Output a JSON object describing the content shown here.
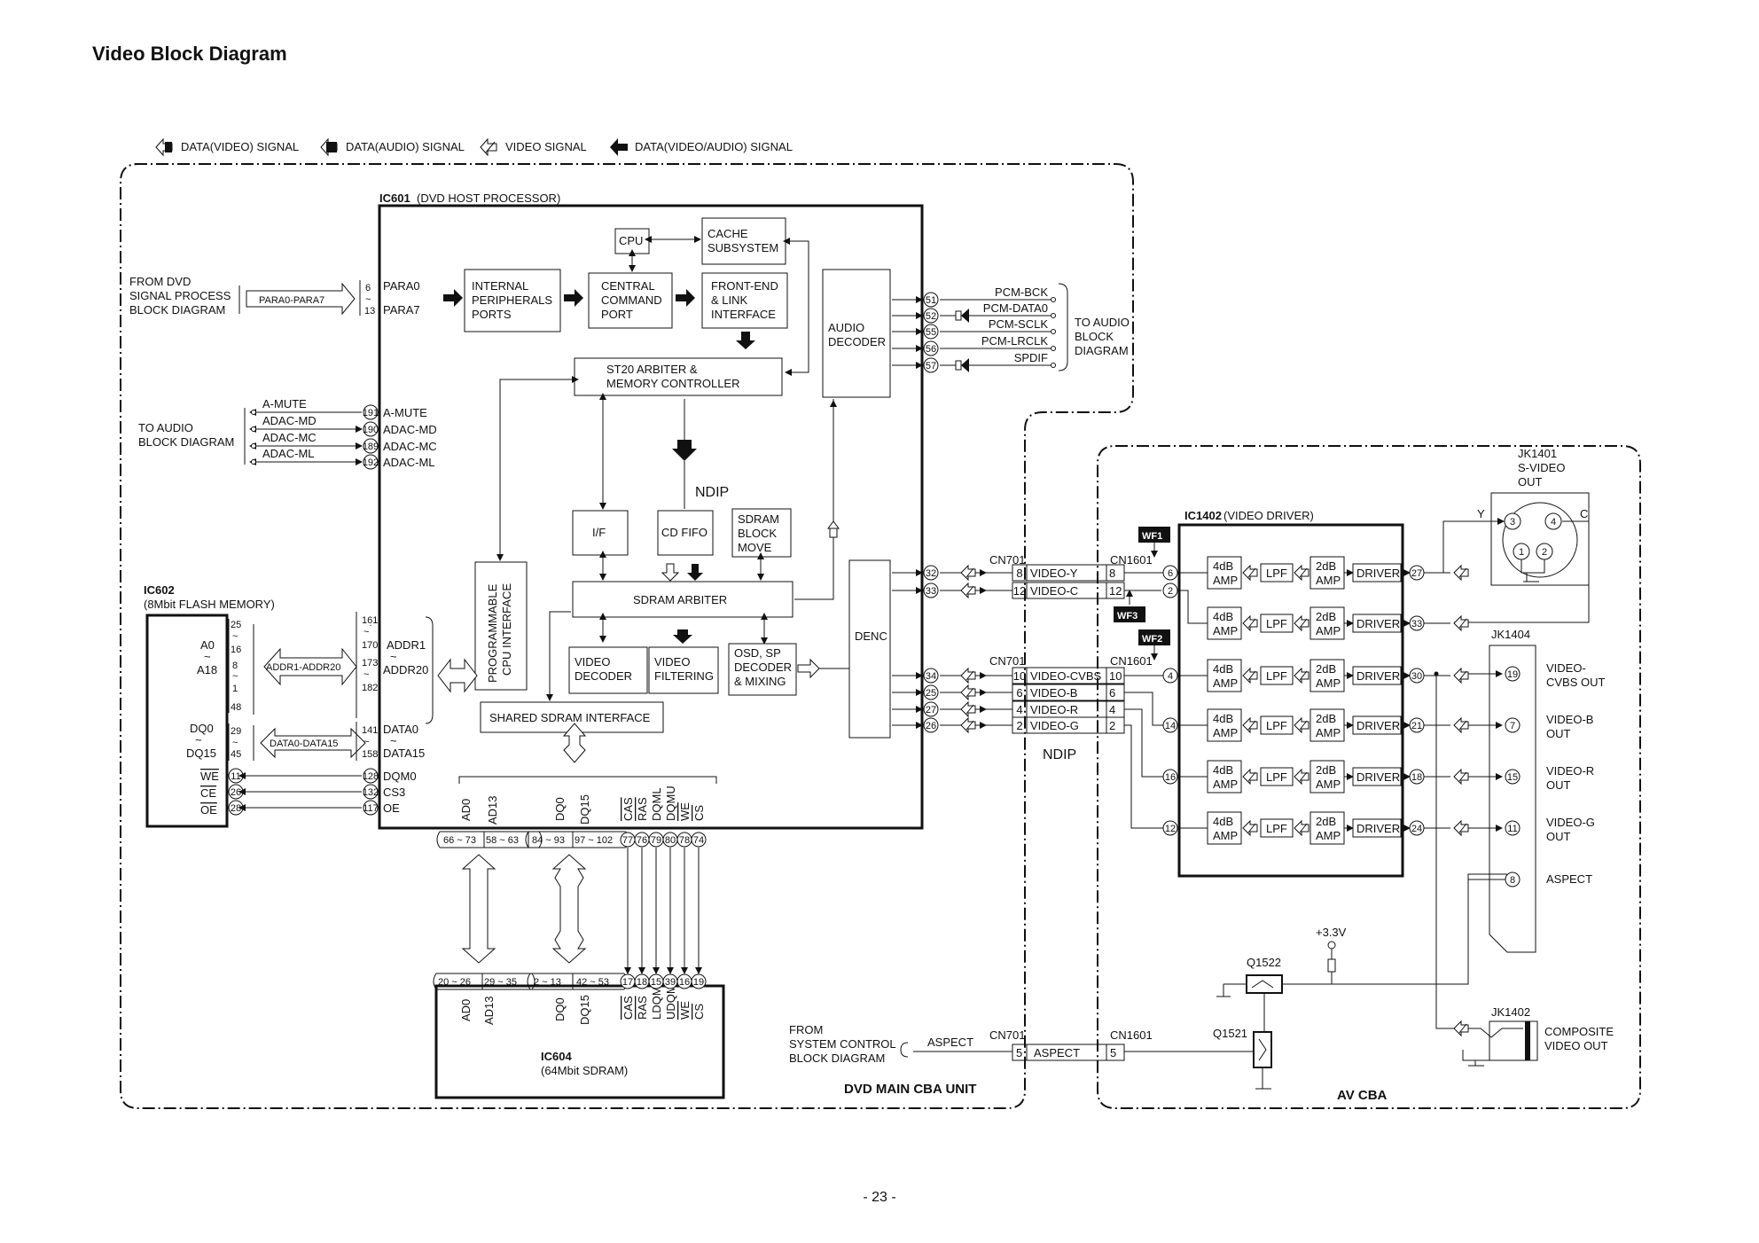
{
  "title": "Video Block Diagram",
  "page_number": "- 23 -",
  "legend": [
    {
      "label": "DATA(VIDEO) SIGNAL"
    },
    {
      "label": "DATA(AUDIO) SIGNAL"
    },
    {
      "label": "VIDEO SIGNAL"
    },
    {
      "label": "DATA(VIDEO/AUDIO) SIGNAL"
    }
  ],
  "units": {
    "main": "DVD MAIN CBA UNIT",
    "av": "AV CBA"
  },
  "ic601": {
    "name": "IC601",
    "desc": "(DVD HOST PROCESSOR)",
    "blocks": {
      "cpu": "CPU",
      "cache": [
        "CACHE",
        "SUBSYSTEM"
      ],
      "internal": [
        "INTERNAL",
        "PERIPHERALS",
        "PORTS"
      ],
      "central": [
        "CENTRAL",
        "COMMAND",
        "PORT"
      ],
      "frontend": [
        "FRONT-END",
        "& LINK",
        "INTERFACE"
      ],
      "audio_decoder": [
        "AUDIO",
        "DECODER"
      ],
      "st20": [
        "ST20 ARBITER &",
        "MEMORY CONTROLLER"
      ],
      "if": "I/F",
      "cdfifo": "CD FIFO",
      "sdram_block": [
        "SDRAM",
        "BLOCK",
        "MOVE"
      ],
      "pci": [
        "PROGRAMMABLE",
        "CPU INTERFACE"
      ],
      "sdram_arbiter": "SDRAM ARBITER",
      "video_decoder": [
        "VIDEO",
        "DECODER"
      ],
      "video_filtering": [
        "VIDEO",
        "FILTERING"
      ],
      "osd": [
        "OSD, SP",
        "DECODER",
        "& MIXING"
      ],
      "denc": "DENC",
      "shared": "SHARED SDRAM INTERFACE"
    },
    "para_pins": {
      "top": "6",
      "bot": "13",
      "sig_top": "PARA0",
      "sig_bot": "PARA7"
    },
    "para_bus": "PARA0-PARA7",
    "audio_in_pins": [
      {
        "pin": "191",
        "sig": "A-MUTE",
        "label": "A-MUTE"
      },
      {
        "pin": "190",
        "sig": "ADAC-MD",
        "label": "ADAC-MD"
      },
      {
        "pin": "189",
        "sig": "ADAC-MC",
        "label": "ADAC-MC"
      },
      {
        "pin": "192",
        "sig": "ADAC-ML",
        "label": "ADAC-ML"
      }
    ],
    "addr_pins": [
      "161",
      "170",
      "173",
      "182"
    ],
    "addr_sig": [
      "ADDR1",
      "ADDR20"
    ],
    "data_pins": [
      "141",
      "158"
    ],
    "data_sig": [
      "DATA0",
      "DATA15"
    ],
    "ctrl_pins": [
      {
        "pin": "128",
        "sig": "DQM0"
      },
      {
        "pin": "132",
        "sig": "CS3"
      },
      {
        "pin": "117",
        "sig": "OE"
      }
    ],
    "audio_out_pins": [
      {
        "pin": "51",
        "label": "PCM-BCK"
      },
      {
        "pin": "52",
        "label": "PCM-DATA0"
      },
      {
        "pin": "55",
        "label": "PCM-SCLK"
      },
      {
        "pin": "56",
        "label": "PCM-LRCLK"
      },
      {
        "pin": "57",
        "label": "SPDIF"
      }
    ],
    "video_out_pins": [
      "32",
      "33",
      "34",
      "25",
      "27",
      "26"
    ],
    "bottom_labels": [
      "AD0",
      "AD13",
      "DQ0",
      "DQ15",
      "CAS",
      "RAS",
      "DQML",
      "DQMU",
      "WE",
      "CS"
    ],
    "bottom_pins": [
      "66 ~ 73",
      "58 ~ 63",
      "84 ~ 93",
      "97 ~ 102",
      "77",
      "76",
      "79",
      "80",
      "78",
      "74"
    ],
    "ndip": "NDIP"
  },
  "ic602": {
    "name": "IC602",
    "desc": "(8Mbit FLASH MEMORY)",
    "a": [
      "A0",
      "A18"
    ],
    "dq": [
      "DQ0",
      "DQ15"
    ],
    "ctrl": [
      "WE",
      "CE",
      "OE"
    ],
    "addr_pins": [
      "25",
      "16",
      "8",
      "1",
      "48"
    ],
    "data_pins": [
      "29",
      "45"
    ],
    "ctrl_pins": [
      "11",
      "26",
      "28"
    ],
    "addr_bus": "ADDR1-ADDR20",
    "data_bus": "DATA0-DATA15"
  },
  "ic604": {
    "name": "IC604",
    "desc": "(64Mbit SDRAM)",
    "labels": [
      "AD0",
      "AD13",
      "DQ0",
      "DQ15",
      "CAS",
      "RAS",
      "LDQM",
      "UDQM",
      "WE",
      "CS"
    ],
    "pins": [
      "20 ~ 26",
      "29 ~ 35",
      "2 ~ 13",
      "42 ~ 53",
      "17",
      "18",
      "15",
      "39",
      "16",
      "19"
    ]
  },
  "left_labels": {
    "from_dvd": [
      "FROM DVD",
      "SIGNAL PROCESS",
      "BLOCK DIAGRAM"
    ],
    "to_audio": [
      "TO  AUDIO",
      "BLOCK DIAGRAM"
    ]
  },
  "right_audio_label": [
    "TO AUDIO",
    "BLOCK",
    "DIAGRAM"
  ],
  "connectors": {
    "cn701": "CN701",
    "cn1601": "CN1601",
    "rows": [
      {
        "a": "8",
        "sig": "VIDEO-Y",
        "b": "8"
      },
      {
        "a": "12",
        "sig": "VIDEO-C",
        "b": "12"
      },
      {
        "a": "10",
        "sig": "VIDEO-CVBS",
        "b": "10"
      },
      {
        "a": "6",
        "sig": "VIDEO-B",
        "b": "6"
      },
      {
        "a": "4",
        "sig": "VIDEO-R",
        "b": "4"
      },
      {
        "a": "2",
        "sig": "VIDEO-G",
        "b": "2"
      }
    ],
    "aspect_row": {
      "a": "5",
      "sig": "ASPECT",
      "b": "5"
    }
  },
  "ic1402": {
    "name": "IC1402",
    "desc": "(VIDEO DRIVER)",
    "amp4": [
      "4dB",
      "AMP"
    ],
    "lpf": "LPF",
    "amp2": [
      "2dB",
      "AMP"
    ],
    "driver": "DRIVER",
    "in_pins": [
      "6",
      "2",
      "4",
      "14",
      "16",
      "12"
    ],
    "out_pins": [
      "27",
      "33",
      "30",
      "21",
      "18",
      "24"
    ]
  },
  "wf": [
    "WF1",
    "WF3",
    "WF2"
  ],
  "jk1401": {
    "name": "JK1401",
    "desc": [
      "S-VIDEO",
      "OUT"
    ],
    "pins": [
      "3",
      "4",
      "1",
      "2"
    ],
    "y": "Y",
    "c": "C"
  },
  "jk1404": {
    "name": "JK1404",
    "pins": [
      "19",
      "7",
      "15",
      "11",
      "8"
    ],
    "labels": [
      [
        "VIDEO-",
        "CVBS OUT"
      ],
      [
        "VIDEO-B",
        "OUT"
      ],
      [
        "VIDEO-R",
        "OUT"
      ],
      [
        "VIDEO-G",
        "OUT"
      ],
      [
        "ASPECT"
      ]
    ]
  },
  "jk1402": {
    "name": "JK1402",
    "desc": [
      "COMPOSITE",
      "VIDEO OUT"
    ]
  },
  "power": {
    "v33": "+3.3V",
    "q1522": "Q1522",
    "q1521": "Q1521"
  },
  "system_control": {
    "from": [
      "FROM",
      "SYSTEM CONTROL",
      "BLOCK DIAGRAM"
    ],
    "aspect": "ASPECT"
  }
}
